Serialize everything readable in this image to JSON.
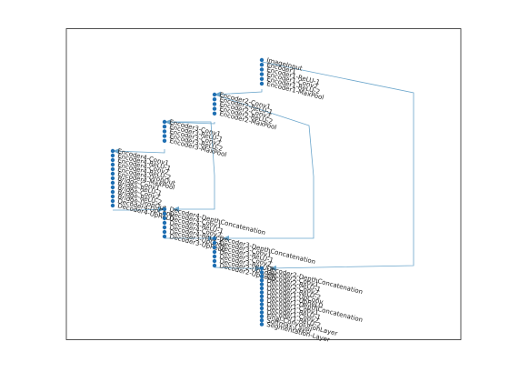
{
  "figure": {
    "title": "",
    "colors": {
      "background": "#ffffff",
      "axes_border": "#262626",
      "edge": "#6aa5cb",
      "node": "#1f6fb2",
      "label": "#1a1a1a"
    }
  },
  "graph": {
    "columns": [
      {
        "id": "c0",
        "labels": [
          "ImageInput",
          "Encoder1",
          "Encoder1-ReLU-1",
          "Encoder1-Conv2",
          "Encoder1-ReLU-2",
          "Encoder1-MaxPool"
        ]
      },
      {
        "id": "c1",
        "labels": [
          "Encoder2-Conv1",
          "Encoder2-ReLU-1",
          "Encoder2-Conv2",
          "Encoder2-ReLU-2",
          "Encoder2-MaxPool"
        ]
      },
      {
        "id": "c2",
        "labels": [
          "Encoder3-Conv1",
          "Encoder3-ReLU-1",
          "Encoder3-Conv2",
          "Encoder3-ReLU-2",
          "Encoder3-MaxPool"
        ]
      },
      {
        "id": "c3",
        "labels": [
          "Encoder4-Conv1",
          "Encoder4-ReLU-1",
          "Encoder4-Conv2",
          "Encoder4-ReLU-2",
          "Encoder4-DropOut",
          "Encoder4-MaxPool",
          "Bridge-Conv1",
          "Bridge-ReLU-1",
          "Bridge-Conv2",
          "Bridge-ReLU-2",
          "Bridge-DropOut",
          "Decoder4-UpConv",
          "Decoder4-UpReLU"
        ]
      },
      {
        "id": "c4",
        "labels": [
          "Decoder4-DepthConcatenation",
          "Decoder4-Conv1",
          "Decoder4-ReLU-1",
          "Decoder4-Conv2",
          "Decoder4-ReLU-2",
          "Decoder3-UpConv",
          "Decoder3-UpReLU"
        ]
      },
      {
        "id": "c5",
        "labels": [
          "Decoder3-DepthConcatenation",
          "Decoder3-Conv1",
          "Decoder3-ReLU-1",
          "Decoder3-Conv2",
          "Decoder3-ReLU-2",
          "Decoder2-UpConv",
          "Decoder2-UpReLU"
        ]
      },
      {
        "id": "c6",
        "labels": [
          "Decoder2-DepthConcatenation",
          "Decoder2-Conv1",
          "Decoder2-ReLU-1",
          "Decoder2-Conv2",
          "Decoder2-ReLU-2",
          "Decoder1-UpConv",
          "Decoder1-UpReLU",
          "Decoder1-DepthConcatenation",
          "Decoder1-Conv1",
          "Decoder1-ReLU-1",
          "Decoder1-Conv2",
          "Decoder1-ReLU-2",
          "Final-ConvolutionLayer",
          "Softmax-Layer",
          "Segmentation-Layer"
        ]
      }
    ],
    "edges": [
      {
        "from": "c0",
        "to": "c1"
      },
      {
        "from": "c1",
        "to": "c2"
      },
      {
        "from": "c2",
        "to": "c3"
      },
      {
        "from": "c3",
        "to": "c4"
      },
      {
        "from": "c4",
        "to": "c5"
      },
      {
        "from": "c5",
        "to": "c6"
      },
      {
        "from": "c2",
        "to": "c4"
      },
      {
        "from": "c1",
        "to": "c5"
      },
      {
        "from": "c0",
        "to": "c6"
      }
    ]
  }
}
